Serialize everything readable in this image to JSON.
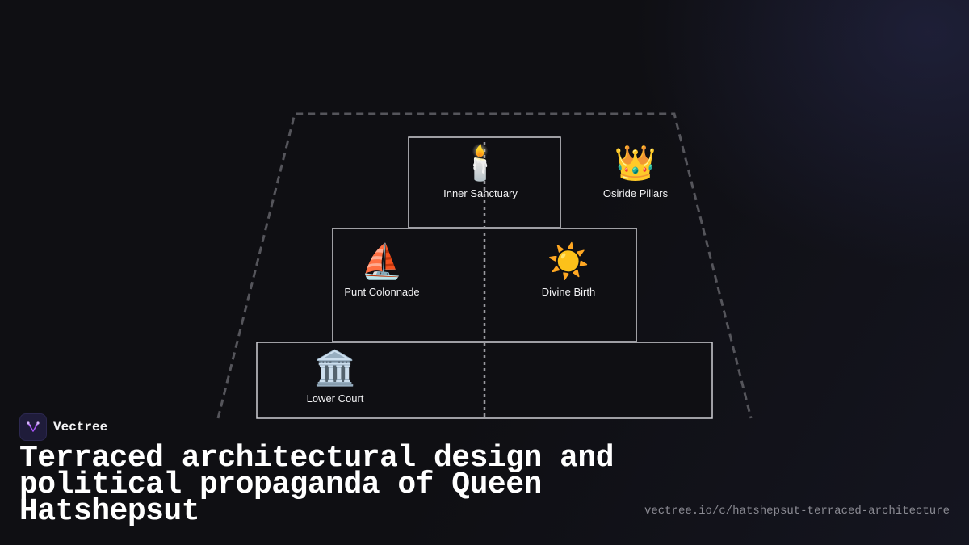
{
  "diagram": {
    "nodes": [
      {
        "id": "inner-sanctuary",
        "label": "Inner Sanctuary",
        "icon": "🕯️",
        "icon_name": "candle-icon"
      },
      {
        "id": "osiride-pillars",
        "label": "Osiride Pillars",
        "icon": "👑",
        "icon_name": "crown-icon"
      },
      {
        "id": "punt-colonnade",
        "label": "Punt Colonnade",
        "icon": "⛵",
        "icon_name": "sailboat-icon"
      },
      {
        "id": "divine-birth",
        "label": "Divine Birth",
        "icon": "☀️",
        "icon_name": "sun-icon"
      },
      {
        "id": "lower-court",
        "label": "Lower Court",
        "icon": "🏛️",
        "icon_name": "classical-building-icon"
      }
    ],
    "colors": {
      "background": "#0f0f13",
      "outline": "#cfcfd4",
      "dashed_outline": "#55555b",
      "label": "#f2f2f4"
    }
  },
  "brand": {
    "name": "Vectree",
    "logo_icon": "vectree-logo-icon",
    "accent": "#a855f7"
  },
  "title": "Terraced architectural design and political propaganda of Queen Hatshepsut",
  "url": "vectree.io/c/hatshepsut-terraced-architecture"
}
